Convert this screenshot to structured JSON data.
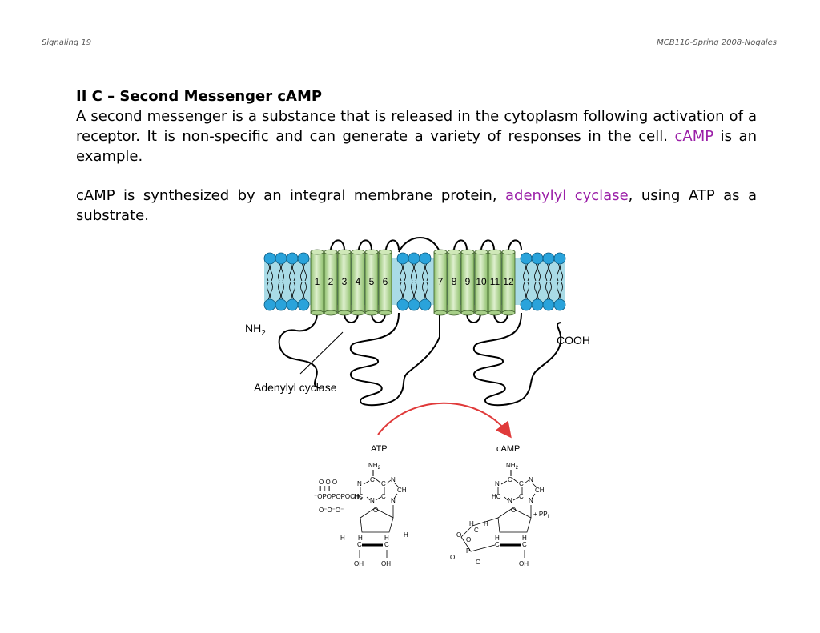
{
  "header": {
    "left": "Signaling 19",
    "right": "MCB110-Spring 2008-Nogales"
  },
  "section": {
    "title": "II C – Second Messenger cAMP",
    "para1_before": "A second messenger is a substance that is released in the cytoplasm following activation of a receptor. It is non-specific and can generate a variety of responses in the cell. ",
    "para1_highlight": "cAMP",
    "para1_after": " is an example.",
    "para2_before": "cAMP is synthesized by an integral membrane protein, ",
    "para2_highlight": "adenylyl cyclase",
    "para2_after": ", using ATP as a substrate."
  },
  "colors": {
    "highlight": "#9b1fa8",
    "membrane": "#a9dbe6",
    "lipid_head": "#2aa3db",
    "helix": "#b9df9c",
    "arrow": "#e03a3a"
  },
  "figure": {
    "helix_labels": [
      "1",
      "2",
      "3",
      "4",
      "5",
      "6",
      "7",
      "8",
      "9",
      "10",
      "11",
      "12"
    ],
    "nh2": "NH",
    "nh2_sub": "2",
    "cooh": "COOH",
    "protein_label": "Adenylyl cyclase",
    "atp": "ATP",
    "camp": "cAMP",
    "pp": "+ PP",
    "pp_sub": "i",
    "chem": {
      "nh2": "NH",
      "nh2_sub": "2",
      "c": "C",
      "n": "N",
      "ch": "CH",
      "hc": "HC",
      "h": "H",
      "oh": "OH",
      "o": "O",
      "p": "P",
      "dbl_o": "O",
      "atp_oxygens": "O   O   O",
      "atp_bars": "‖   ‖   ‖",
      "atp_phosphates": "⁻OPOPOPOCH",
      "atp_phosphates_sub": "2",
      "atp_minus_o": "O⁻O⁻O⁻"
    }
  }
}
